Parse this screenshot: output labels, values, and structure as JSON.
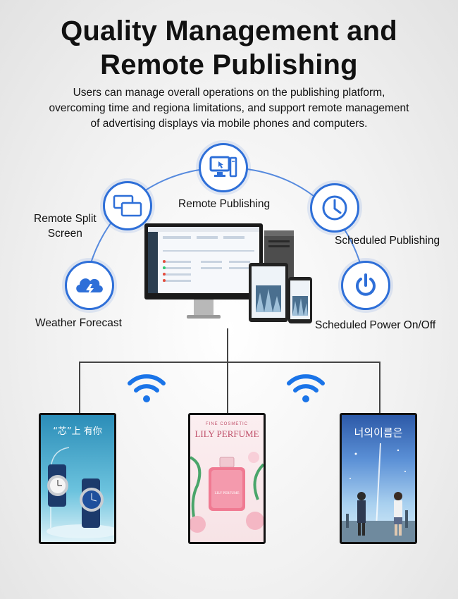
{
  "header": {
    "title_line1": "Quality Management and",
    "title_line2": "Remote Publishing",
    "subtitle_line1": "Users can manage overall operations on the publishing platform,",
    "subtitle_line2": "overcoming time and regiona limitations, and support remote management",
    "subtitle_line3": "of advertising displays via mobile phones and computers."
  },
  "features": {
    "weather": {
      "label": "Weather Forecast",
      "icon": "cloud-lightning-icon"
    },
    "split": {
      "label_line1": "Remote Split",
      "label_line2": "Screen",
      "icon": "split-screen-icon"
    },
    "publishing": {
      "label": "Remote Publishing",
      "icon": "computer-touch-icon"
    },
    "scheduled": {
      "label": "Scheduled Publishing",
      "icon": "clock-icon"
    },
    "power": {
      "label": "Scheduled Power On/Off",
      "icon": "power-icon"
    }
  },
  "screens": {
    "watch": {
      "text_brand": "“芯”上 有你"
    },
    "perfume": {
      "text_small": "FINE COSMETIC",
      "text_title": "LILY PERFUME",
      "text_bottle": "LILY PERFUME"
    },
    "movie": {
      "text_title": "너의이름은"
    }
  },
  "colors": {
    "accent": "#2e6fd8",
    "wifi": "#1a74e8",
    "line": "#444444"
  }
}
